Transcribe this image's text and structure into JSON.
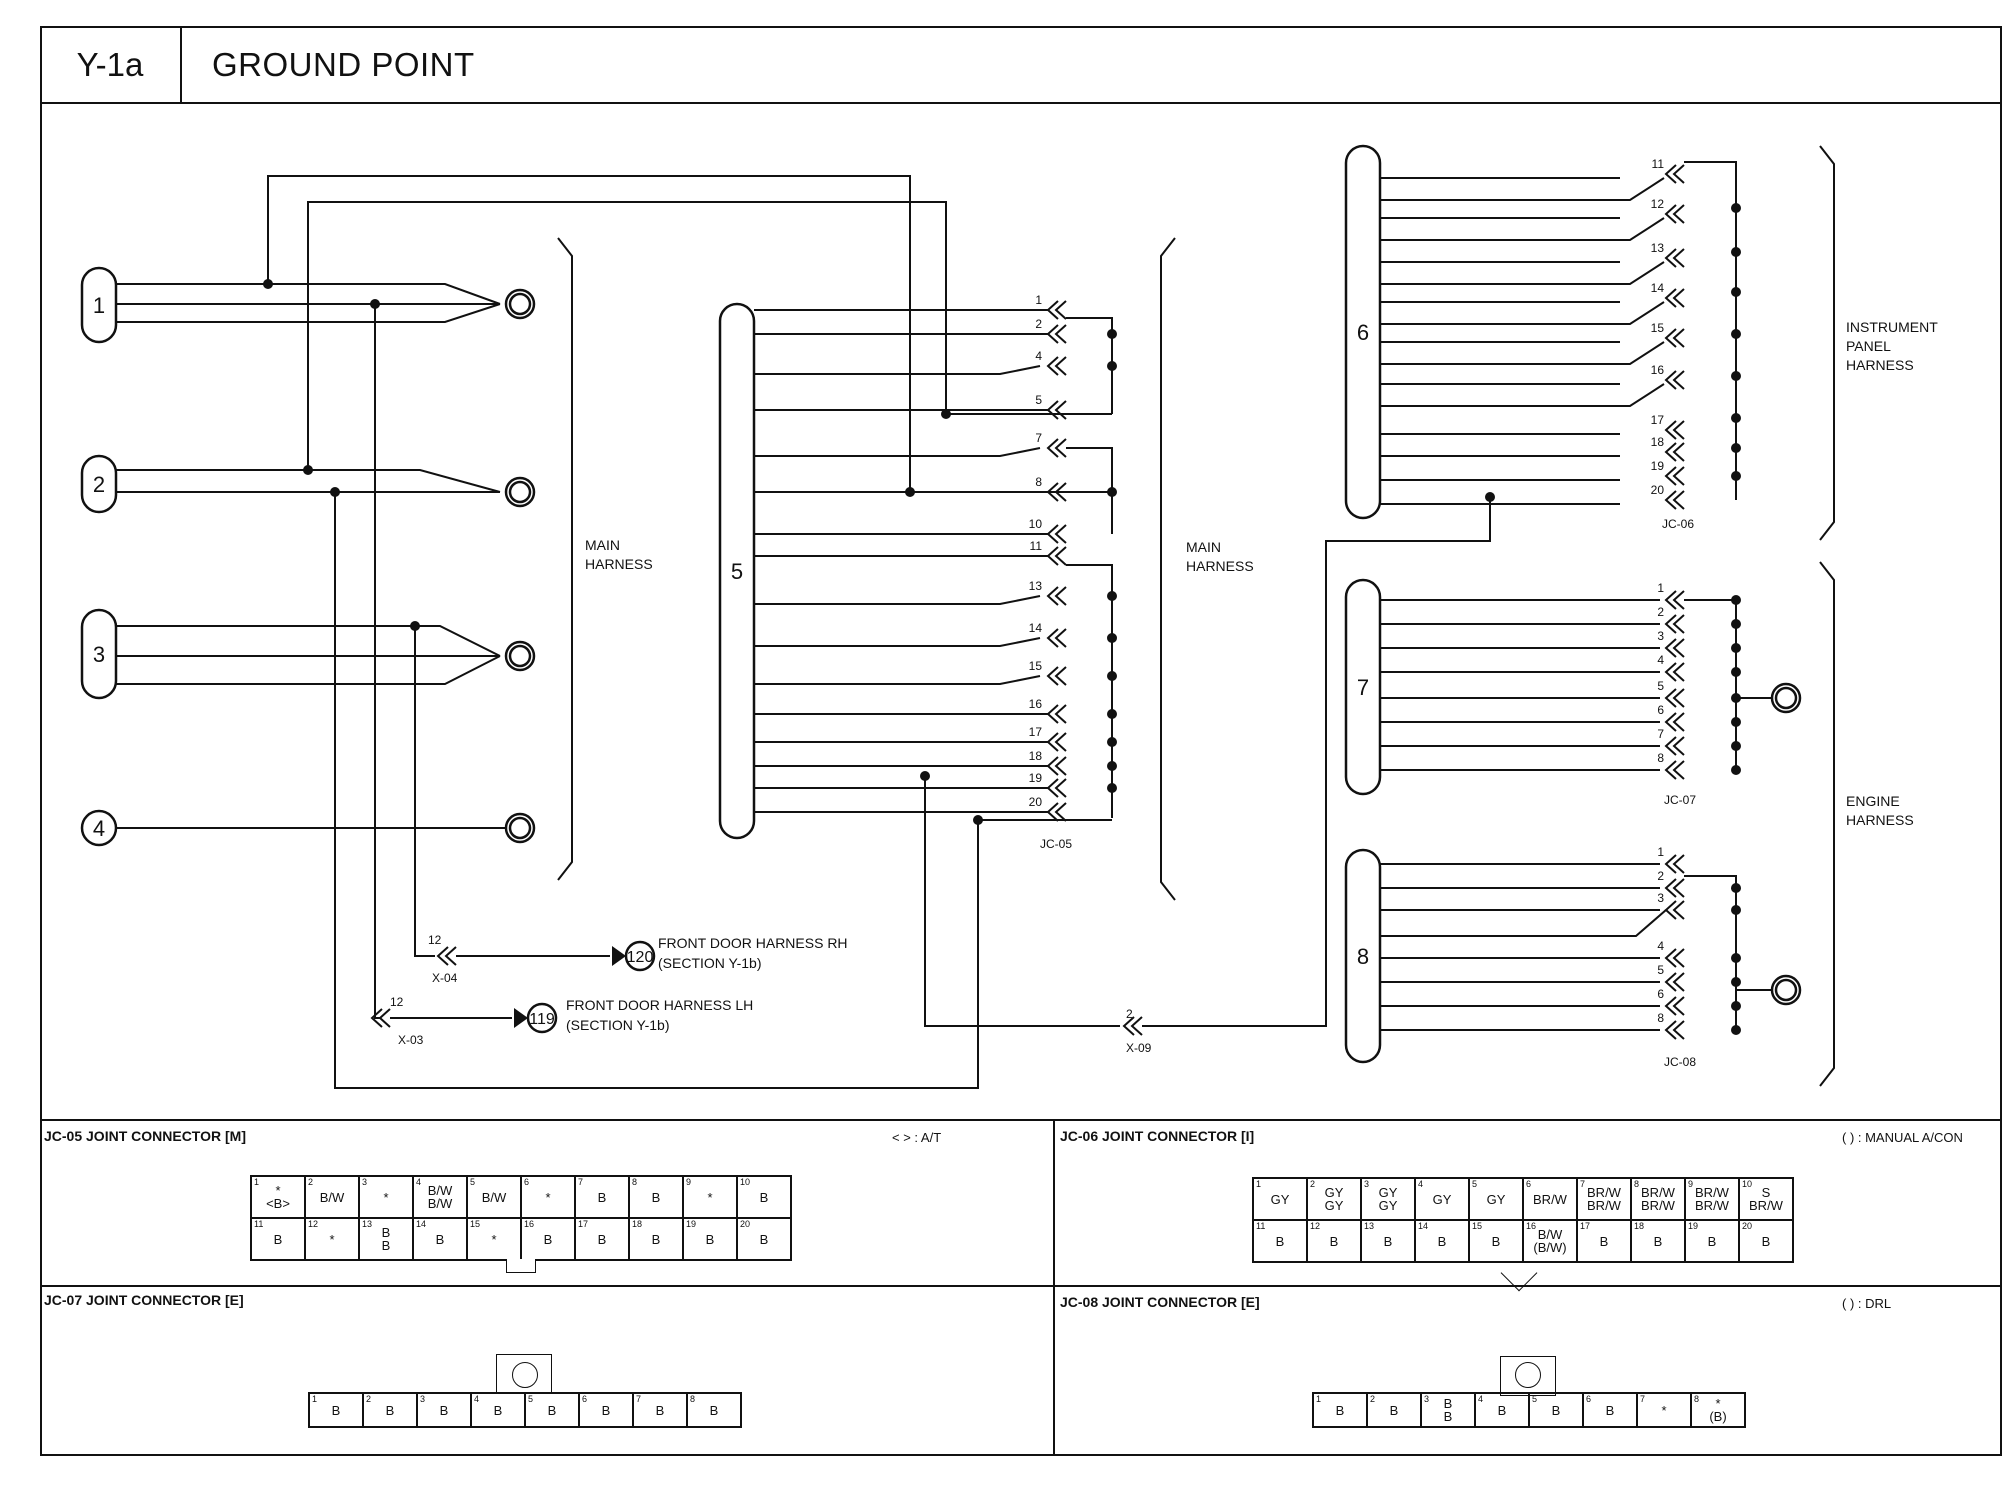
{
  "header": {
    "code": "Y-1a",
    "title": "GROUND POINT"
  },
  "ground_points": [
    "1",
    "2",
    "3",
    "4",
    "5",
    "6",
    "7",
    "8"
  ],
  "harness_labels": {
    "main_left": "MAIN\nHARNESS",
    "main_right": "MAIN\nHARNESS",
    "instrument_panel": "INSTRUMENT\nPANEL\nHARNESS",
    "engine": "ENGINE\nHARNESS"
  },
  "connectors": {
    "x04": {
      "name": "X-04",
      "pin": "12"
    },
    "x03": {
      "name": "X-03",
      "pin": "12"
    },
    "x09": {
      "name": "X-09",
      "pin": "2"
    }
  },
  "references": [
    {
      "num": "120",
      "line1": "FRONT DOOR HARNESS RH",
      "line2": "(SECTION Y-1b)"
    },
    {
      "num": "119",
      "line1": "FRONT DOOR HARNESS LH",
      "line2": "(SECTION Y-1b)"
    }
  ],
  "jc05": {
    "name": "JC-05",
    "pins": [
      "1",
      "2",
      "4",
      "5",
      "7",
      "8",
      "10",
      "11",
      "13",
      "14",
      "15",
      "16",
      "17",
      "18",
      "19",
      "20"
    ],
    "caption": "JC-05 JOINT CONNECTOR [M]",
    "note": "<   > : A/T",
    "cells": [
      {
        "n": "1",
        "t": "*\n<B>"
      },
      {
        "n": "2",
        "t": "B/W"
      },
      {
        "n": "3",
        "t": "*"
      },
      {
        "n": "4",
        "t": "B/W\nB/W"
      },
      {
        "n": "5",
        "t": "B/W"
      },
      {
        "n": "6",
        "t": "*"
      },
      {
        "n": "7",
        "t": "B"
      },
      {
        "n": "8",
        "t": "B"
      },
      {
        "n": "9",
        "t": "*"
      },
      {
        "n": "10",
        "t": "B"
      },
      {
        "n": "11",
        "t": "B"
      },
      {
        "n": "12",
        "t": "*"
      },
      {
        "n": "13",
        "t": "B\nB"
      },
      {
        "n": "14",
        "t": "B"
      },
      {
        "n": "15",
        "t": "*"
      },
      {
        "n": "16",
        "t": "B"
      },
      {
        "n": "17",
        "t": "B"
      },
      {
        "n": "18",
        "t": "B"
      },
      {
        "n": "19",
        "t": "B"
      },
      {
        "n": "20",
        "t": "B"
      }
    ]
  },
  "jc06": {
    "name": "JC-06",
    "pins": [
      "11",
      "12",
      "13",
      "14",
      "15",
      "16",
      "17",
      "18",
      "19",
      "20"
    ],
    "caption": "JC-06 JOINT CONNECTOR [I]",
    "note": "(   ) : MANUAL A/CON",
    "cells": [
      {
        "n": "1",
        "t": "GY"
      },
      {
        "n": "2",
        "t": "GY\nGY"
      },
      {
        "n": "3",
        "t": "GY\nGY"
      },
      {
        "n": "4",
        "t": "GY"
      },
      {
        "n": "5",
        "t": "GY"
      },
      {
        "n": "6",
        "t": "BR/W"
      },
      {
        "n": "7",
        "t": "BR/W\nBR/W"
      },
      {
        "n": "8",
        "t": "BR/W\nBR/W"
      },
      {
        "n": "9",
        "t": "BR/W\nBR/W"
      },
      {
        "n": "10",
        "t": "S\nBR/W"
      },
      {
        "n": "11",
        "t": "B"
      },
      {
        "n": "12",
        "t": "B"
      },
      {
        "n": "13",
        "t": "B"
      },
      {
        "n": "14",
        "t": "B"
      },
      {
        "n": "15",
        "t": "B"
      },
      {
        "n": "16",
        "t": "B/W\n(B/W)"
      },
      {
        "n": "17",
        "t": "B"
      },
      {
        "n": "18",
        "t": "B"
      },
      {
        "n": "19",
        "t": "B"
      },
      {
        "n": "20",
        "t": "B"
      }
    ]
  },
  "jc07": {
    "name": "JC-07",
    "pins": [
      "1",
      "2",
      "3",
      "4",
      "5",
      "6",
      "7",
      "8"
    ],
    "caption": "JC-07 JOINT CONNECTOR [E]",
    "cells": [
      {
        "n": "1",
        "t": "B"
      },
      {
        "n": "2",
        "t": "B"
      },
      {
        "n": "3",
        "t": "B"
      },
      {
        "n": "4",
        "t": "B"
      },
      {
        "n": "5",
        "t": "B"
      },
      {
        "n": "6",
        "t": "B"
      },
      {
        "n": "7",
        "t": "B"
      },
      {
        "n": "8",
        "t": "B"
      }
    ]
  },
  "jc08": {
    "name": "JC-08",
    "pins": [
      "1",
      "2",
      "3",
      "4",
      "5",
      "6",
      "8"
    ],
    "caption": "JC-08 JOINT CONNECTOR [E]",
    "note": "(   ) : DRL",
    "cells": [
      {
        "n": "1",
        "t": "B"
      },
      {
        "n": "2",
        "t": "B"
      },
      {
        "n": "3",
        "t": "B\nB"
      },
      {
        "n": "4",
        "t": "B"
      },
      {
        "n": "5",
        "t": "B"
      },
      {
        "n": "6",
        "t": "B"
      },
      {
        "n": "7",
        "t": "*"
      },
      {
        "n": "8",
        "t": "*\n(B)"
      }
    ]
  }
}
